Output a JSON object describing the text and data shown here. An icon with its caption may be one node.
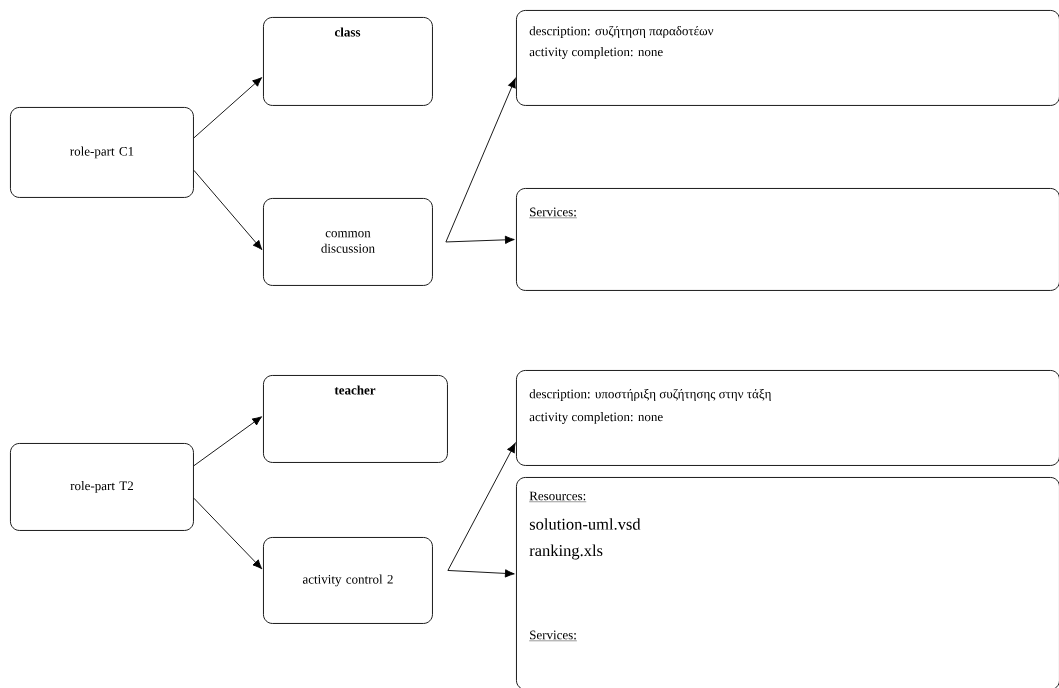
{
  "diagram": {
    "nodes": [
      {
        "text": [
          "role-part C1"
        ]
      },
      {
        "text": [
          "class"
        ]
      },
      {
        "text": [
          "common discussion"
        ]
      },
      {
        "text": [
          "description: συζήτηση παραδοτέων",
          "activity completion: none"
        ]
      },
      {
        "text": [
          "Services:"
        ]
      },
      {
        "text": [
          "role-part T2"
        ]
      },
      {
        "text": [
          "teacher"
        ]
      },
      {
        "text": [
          "activity control 2"
        ]
      },
      {
        "text": [
          "description: υποστήριξη συζήτησης στην τάξη",
          "activity completion: none"
        ]
      },
      {
        "text": [
          "Resources:",
          "solution-uml.vsd",
          "ranking.xls",
          "Services:"
        ]
      }
    ],
    "edges": [
      {
        "from": 0,
        "to": 1,
        "arrow": "to"
      },
      {
        "from": 0,
        "to": 2,
        "arrow": "to"
      },
      {
        "from": 2,
        "to": 3,
        "arrow": "to"
      },
      {
        "from": 2,
        "to": 4,
        "arrow": "to"
      },
      {
        "from": 5,
        "to": 6,
        "arrow": "to"
      },
      {
        "from": 5,
        "to": 7,
        "arrow": "to"
      },
      {
        "from": 7,
        "to": 8,
        "arrow": "to"
      },
      {
        "from": 7,
        "to": 9,
        "arrow": "to"
      }
    ]
  }
}
